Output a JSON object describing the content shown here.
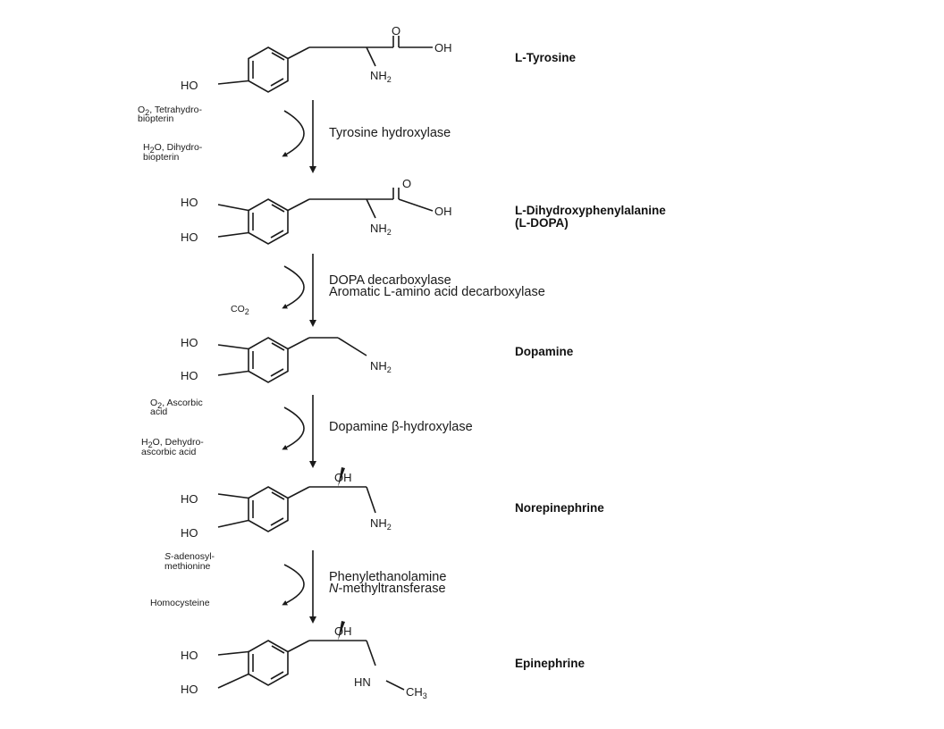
{
  "compounds": [
    {
      "name": "L-Tyrosine",
      "name2": ""
    },
    {
      "name": "L-Dihydroxyphenylalanine",
      "name2": "(L-DOPA)"
    },
    {
      "name": "Dopamine",
      "name2": ""
    },
    {
      "name": "Norepinephrine",
      "name2": ""
    },
    {
      "name": "Epinephrine",
      "name2": ""
    }
  ],
  "atoms": {
    "ho": "HO",
    "oh": "OH",
    "o": "O",
    "nh": "NH",
    "hn": "HN",
    "ch": "CH",
    "sub2": "2",
    "sub3": "3"
  },
  "steps": [
    {
      "enzyme_line1": "Tyrosine hydroxylase",
      "enzyme_line2": "",
      "in_a": "O",
      "in_a_sub": "2",
      "in_b": ", Tetrahydro-",
      "in_line2": "biopterin",
      "out_a": "H",
      "out_a_sub": "2",
      "out_b": "O, Dihydro-",
      "out_line2": "biopterin"
    },
    {
      "enzyme_line1": "DOPA decarboxylase",
      "enzyme_line2": "Aromatic L-amino acid decarboxylase",
      "out_a": "CO",
      "out_a_sub": "2"
    },
    {
      "enzyme_line1": "Dopamine β-hydroxylase",
      "enzyme_line2": "",
      "in_a": "O",
      "in_a_sub": "2",
      "in_b": ", Ascorbic",
      "in_line2": "acid",
      "out_a": "H",
      "out_a_sub": "2",
      "out_b": "O, Dehydro-",
      "out_line2": "ascorbic acid"
    },
    {
      "enzyme_line1": "Phenylethanolamine",
      "enzyme_line2_a": "N",
      "enzyme_line2_b": "-methyltransferase",
      "in_italic": "S",
      "in_b": "-adenosyl-",
      "in_line2": "methionine",
      "out_line": "Homocysteine"
    }
  ]
}
